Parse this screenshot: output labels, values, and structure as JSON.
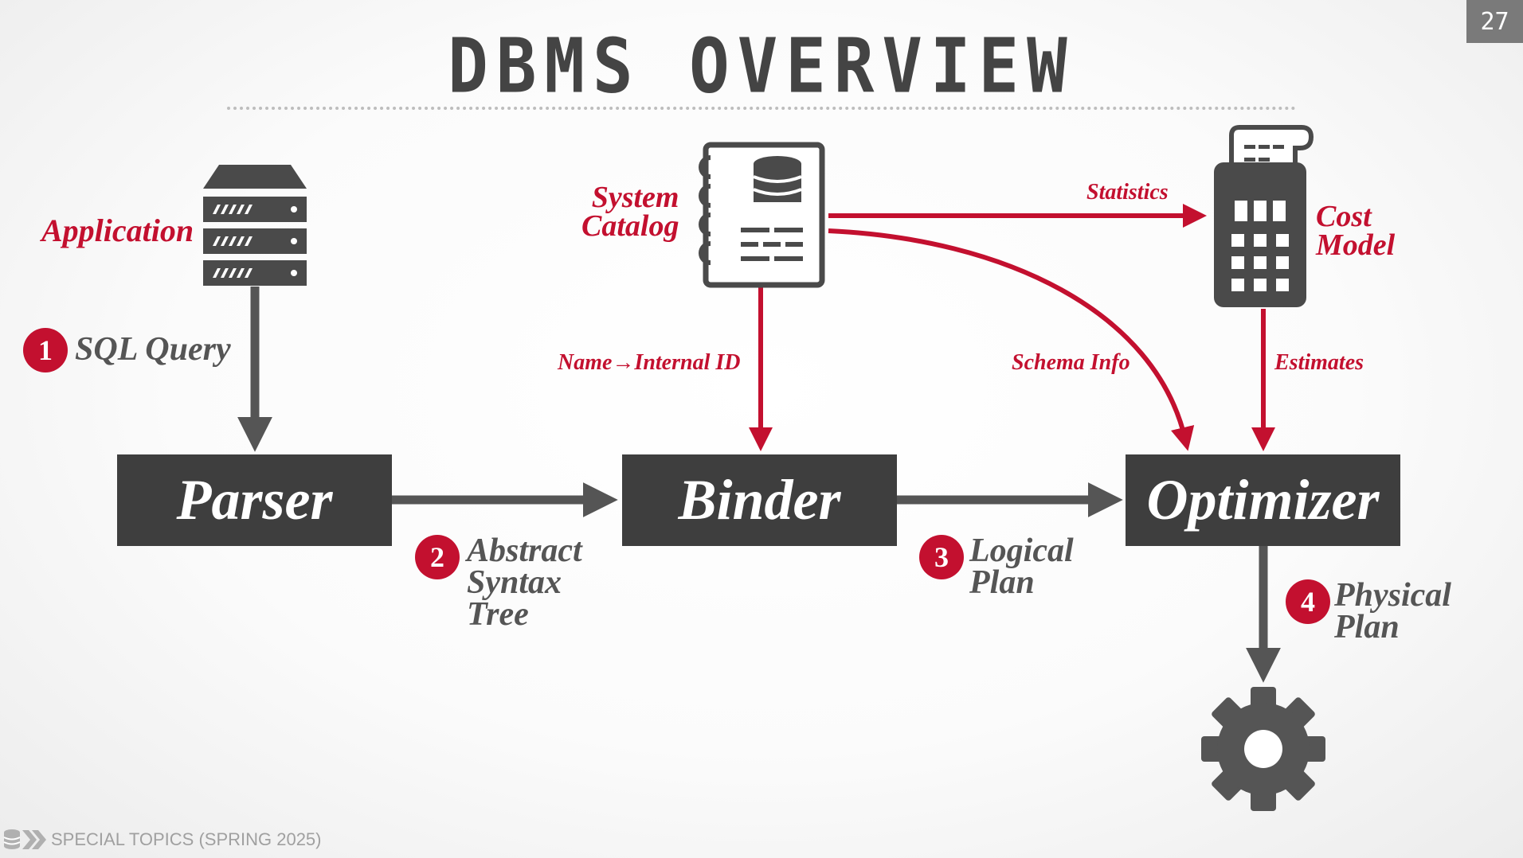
{
  "slide_number": "27",
  "title": "DBMS OVERVIEW",
  "footer": {
    "course": "SPECIAL TOPICS (SPRING 2025)"
  },
  "boxes": {
    "parser": "Parser",
    "binder": "Binder",
    "optimizer": "Optimizer"
  },
  "components": {
    "application": "Application",
    "system_catalog": [
      "System",
      "Catalog"
    ],
    "cost_model": [
      "Cost",
      "Model"
    ]
  },
  "edges": {
    "statistics": "Statistics",
    "name_internal_id": "Name→Internal ID",
    "schema_info": "Schema Info",
    "estimates": "Estimates"
  },
  "steps": [
    {
      "number": "1",
      "lines": [
        "SQL Query"
      ]
    },
    {
      "number": "2",
      "lines": [
        "Abstract",
        "Syntax",
        "Tree"
      ]
    },
    {
      "number": "3",
      "lines": [
        "Logical",
        "Plan"
      ]
    },
    {
      "number": "4",
      "lines": [
        "Physical",
        "Plan"
      ]
    }
  ],
  "icons": {
    "application": "server-icon",
    "system_catalog": "catalog-notebook-icon",
    "cost_model": "calculator-icon",
    "execution": "gear-icon",
    "footer_logo": "database-logo-icon"
  },
  "colors": {
    "accent": "#c3102f",
    "dark": "#3e3e3e",
    "arrow_gray": "#555555",
    "title": "#444444"
  }
}
